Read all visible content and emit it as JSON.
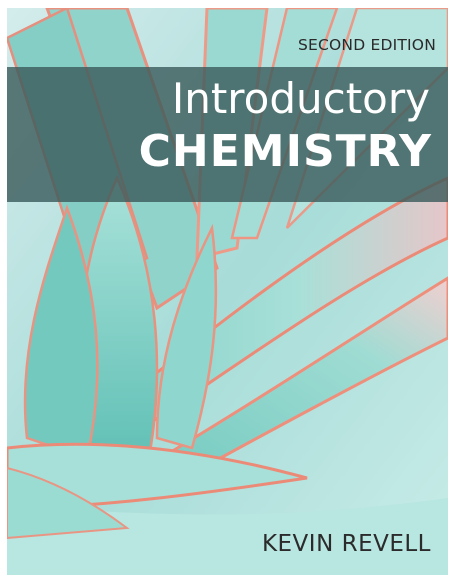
{
  "book": {
    "edition": "SECOND EDITION",
    "title_line1": "Introductory",
    "title_line2": "CHEMISTRY",
    "author": "KEVIN REVELL"
  },
  "colors": {
    "band": "#3a5a5a",
    "leaf": "#8fd6cf",
    "leaf_edge": "#ec8a78",
    "background": "#bfe6e6"
  },
  "icons": [
    "agave-plant-photo"
  ]
}
